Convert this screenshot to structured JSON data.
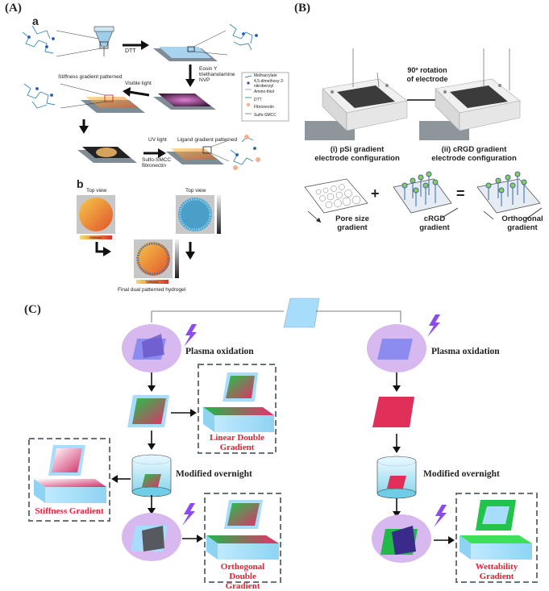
{
  "panelA": {
    "label": "(A)",
    "sub_a": "a",
    "sub_b": "b",
    "dtt": "DTT",
    "eosin": "Eosin Y\ntriethanolamine\nNVP",
    "visible_light": "Visible light",
    "stiffness_pattern": "Stiffness gradient patterned",
    "uv_light": "UV light",
    "sulfo": "Sulfo-SMCC\nfibronectin",
    "ligand_pattern": "Ligand gradient patterned",
    "legend": [
      "Methacrylate",
      "4,5-dimethoxy-2-nitrobenzyl",
      "Amino-thiol",
      "DTT",
      "Fibronectin",
      "Sulfo-SMCC"
    ],
    "top_view_1": "Top view",
    "top_view_2": "Top view",
    "stiffness_bar_1": "Stiffness",
    "stiffness_bar_2": "Stiffness",
    "final": "Final dual patterned hydrogel"
  },
  "panelB": {
    "label": "(B)",
    "rotation": "90º rotation\nof electrode",
    "config_i": "(i) pSi gradient\nelectrode configuration",
    "config_ii": "(ii) cRGD gradient\nelectrode configuration",
    "plus": "+",
    "equals": "=",
    "pore": "Pore size\ngradient",
    "crgd": "cRGD\ngradient",
    "orth": "Orthogonal\ngradient"
  },
  "panelC": {
    "label": "(C)",
    "plasma_left": "Plasma oxidation",
    "plasma_right": "Plasma oxidation",
    "modified_left": "Modified overnight",
    "modified_right": "Modified overnight",
    "linear": "Linear Double\nGradient",
    "stiffness": "Stiffness Gradient",
    "orthogonal": "Orthogonal Double\nGradient",
    "wettability": "Wettability Gradient"
  }
}
